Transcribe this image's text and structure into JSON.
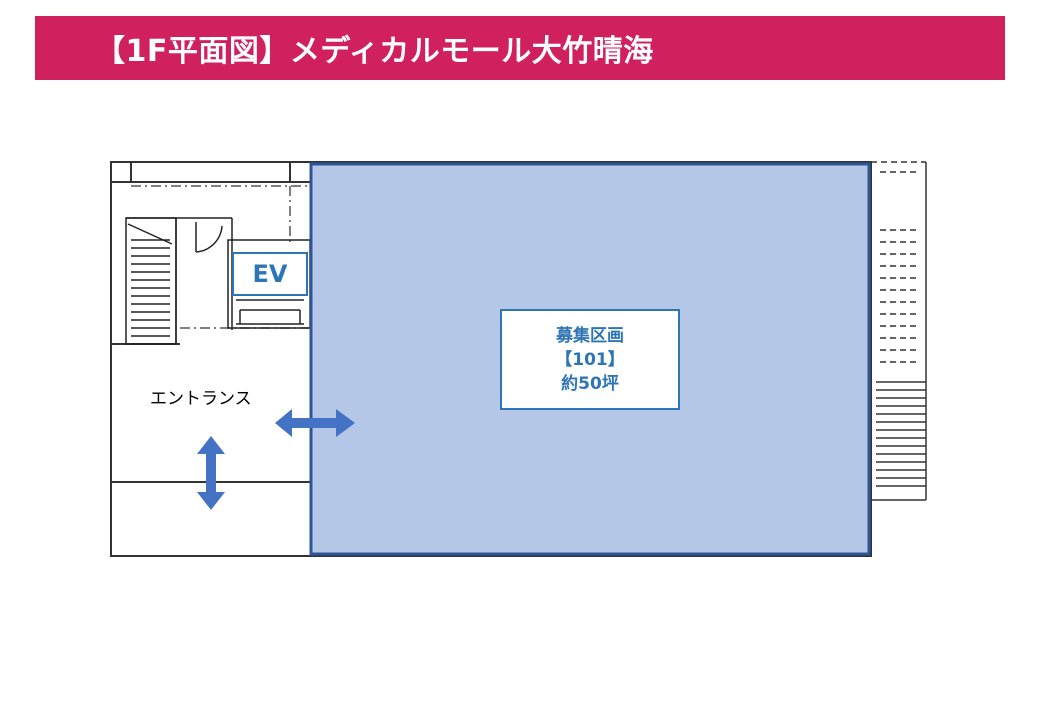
{
  "header": {
    "title": "【1F平面図】メディカルモール大竹晴海"
  },
  "floorplan": {
    "elevator_label": "EV",
    "unit": {
      "line1": "募集区画",
      "line2": "【101】",
      "line3": "約50坪"
    },
    "entrance_label": "エントランス"
  },
  "colors": {
    "title_bar": "#d0205e",
    "unit_fill": "#b4c7e7",
    "unit_border": "#2e5597",
    "label_blue": "#2e75b6",
    "arrow_blue": "#4472c4"
  }
}
